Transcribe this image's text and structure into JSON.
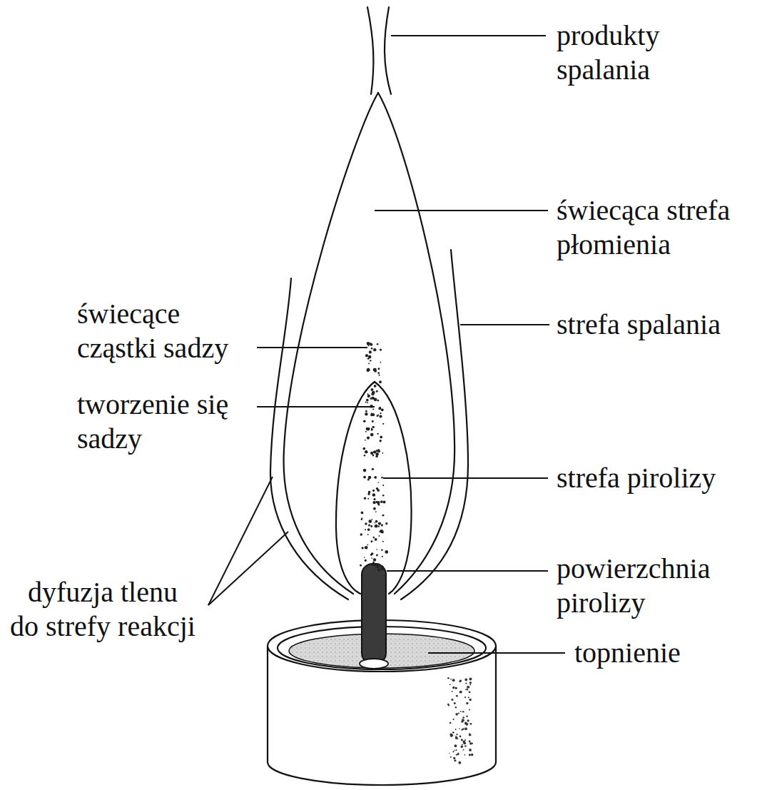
{
  "diagram": {
    "labels": [
      "produkty spalania",
      "świecąca strefa płomienia",
      "świecące cząstki sadzy",
      "strefa spalania",
      "tworzenie się sadzy",
      "strefa pirolizy",
      "powierzchnia pirolizy",
      "dyfuzja tlenu do strefy reakcji",
      "topnienie"
    ]
  }
}
